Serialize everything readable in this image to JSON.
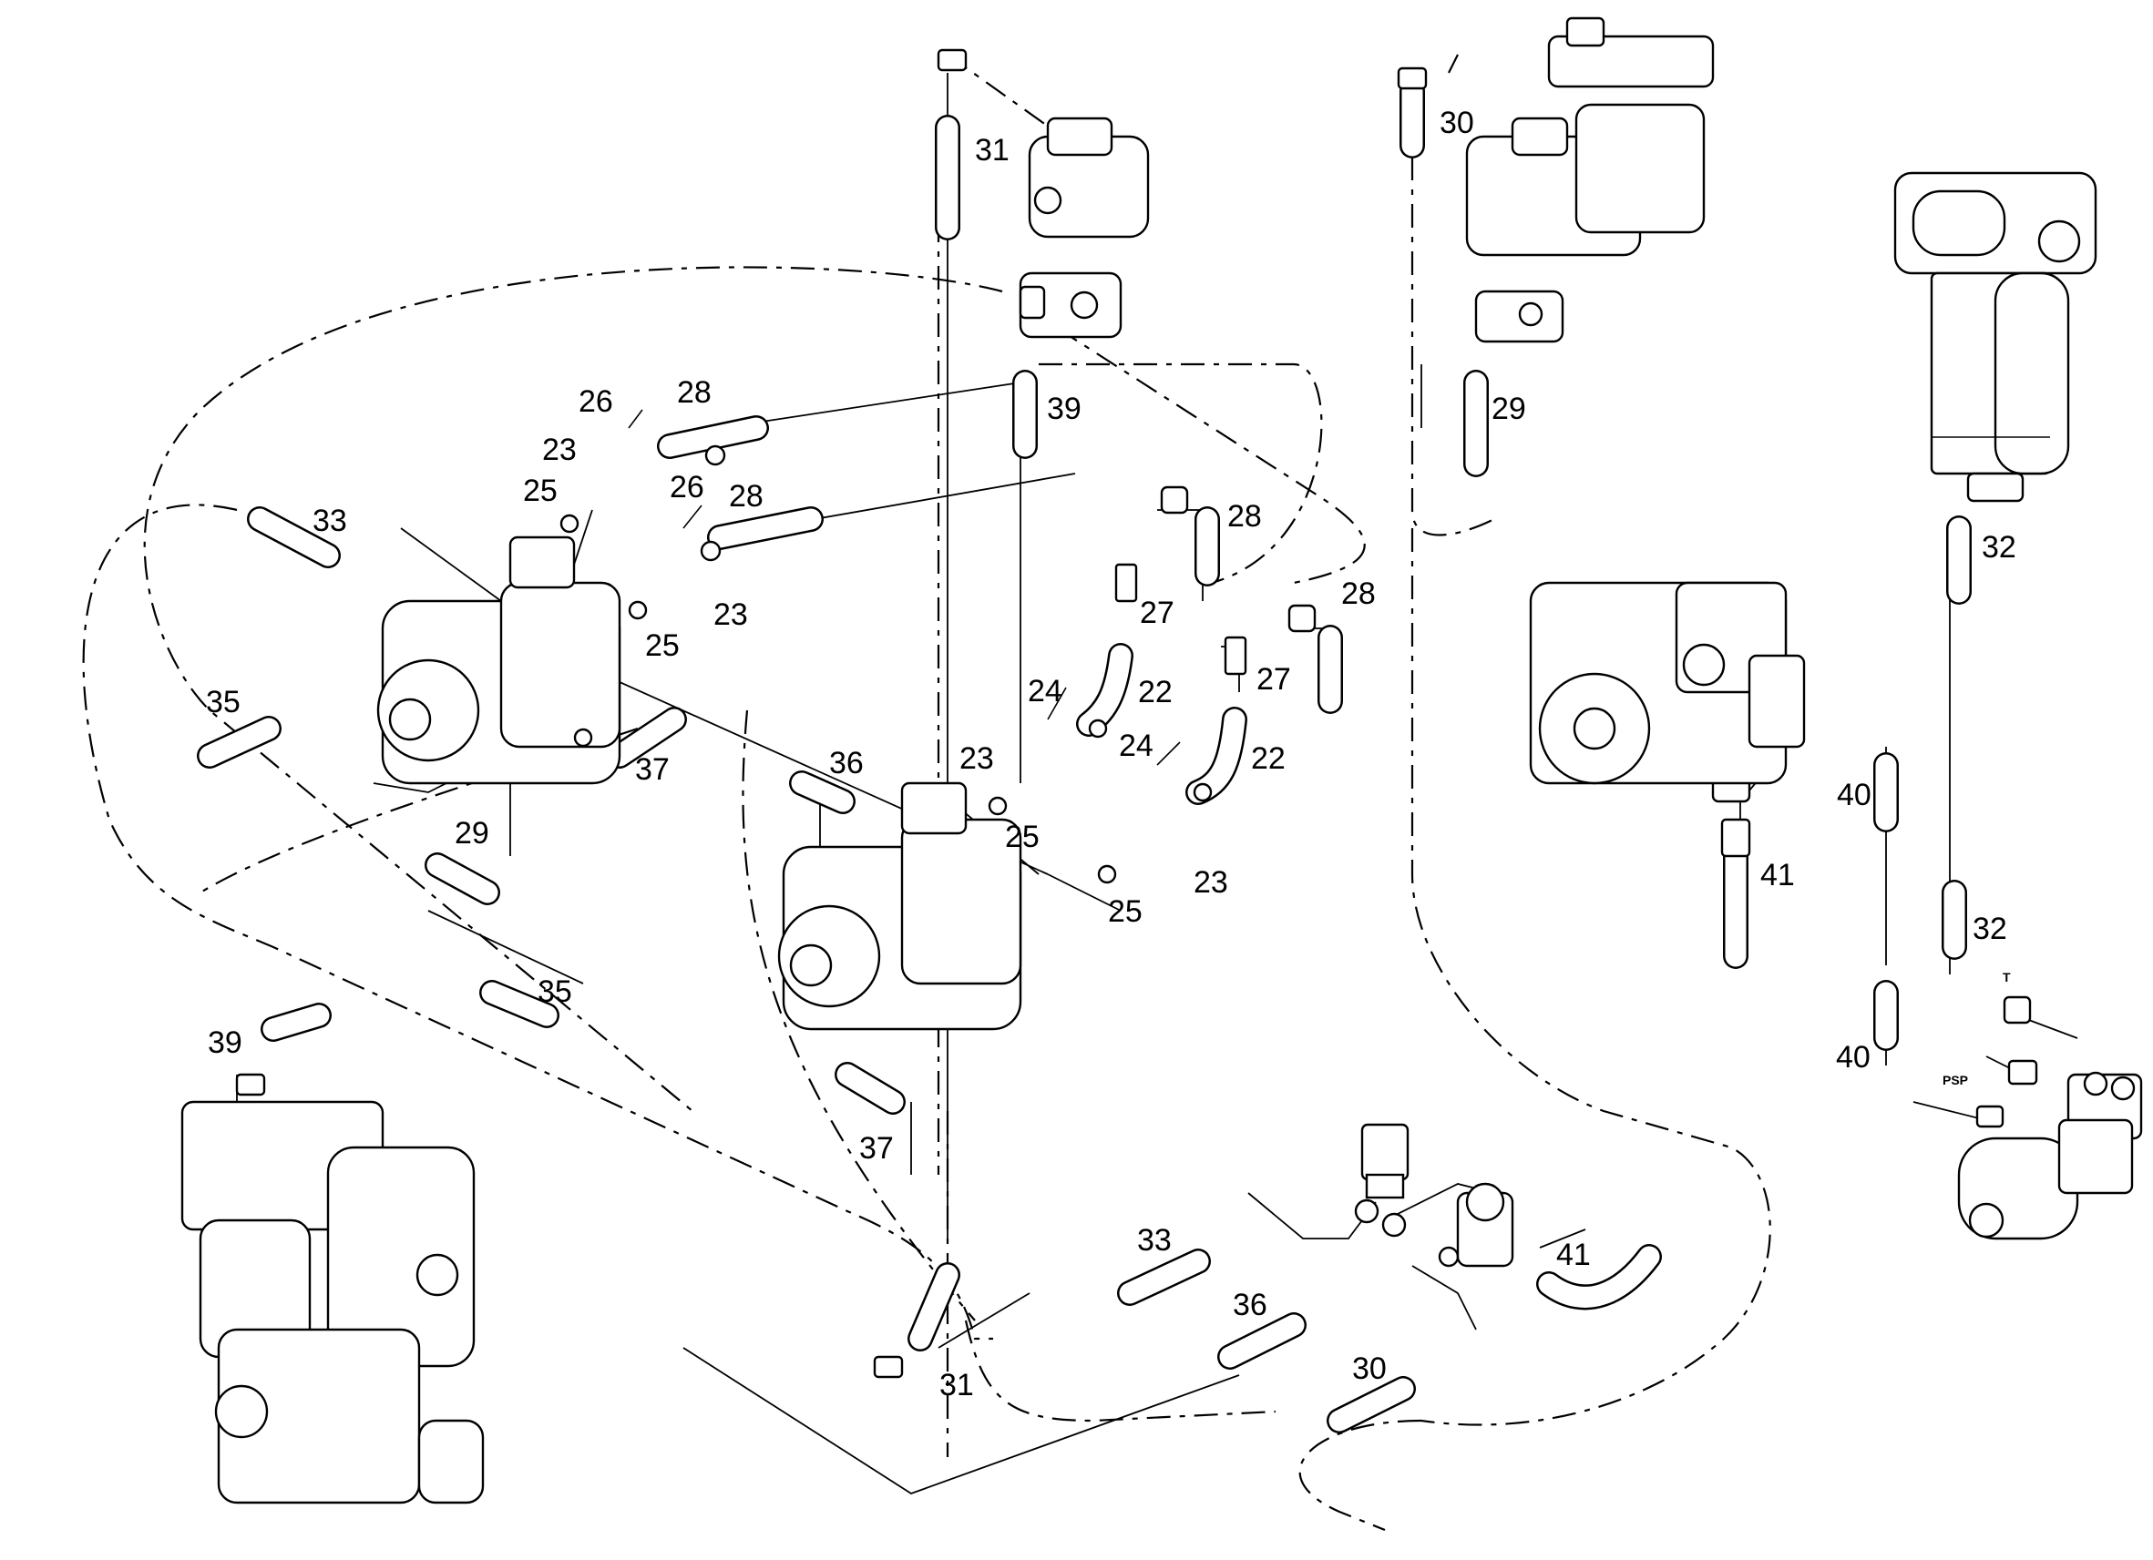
{
  "callouts": [
    {
      "id": "c31a",
      "text": "31"
    },
    {
      "id": "c30a",
      "text": "30"
    },
    {
      "id": "c26a",
      "text": "26"
    },
    {
      "id": "c28a",
      "text": "28"
    },
    {
      "id": "c23a",
      "text": "23"
    },
    {
      "id": "c25a",
      "text": "25"
    },
    {
      "id": "c26b",
      "text": "26"
    },
    {
      "id": "c28b",
      "text": "28"
    },
    {
      "id": "c33a",
      "text": "33"
    },
    {
      "id": "c39a",
      "text": "39"
    },
    {
      "id": "c29a",
      "text": "29"
    },
    {
      "id": "c28c",
      "text": "28"
    },
    {
      "id": "c28d",
      "text": "28"
    },
    {
      "id": "c32a",
      "text": "32"
    },
    {
      "id": "c27a",
      "text": "27"
    },
    {
      "id": "c23b",
      "text": "23"
    },
    {
      "id": "c25b",
      "text": "25"
    },
    {
      "id": "c27b",
      "text": "27"
    },
    {
      "id": "c35a",
      "text": "35"
    },
    {
      "id": "c24a",
      "text": "24"
    },
    {
      "id": "c22a",
      "text": "22"
    },
    {
      "id": "c37a",
      "text": "37"
    },
    {
      "id": "c36a",
      "text": "36"
    },
    {
      "id": "c23c",
      "text": "23"
    },
    {
      "id": "c24b",
      "text": "24"
    },
    {
      "id": "c22b",
      "text": "22"
    },
    {
      "id": "c25c",
      "text": "25"
    },
    {
      "id": "c29b",
      "text": "29"
    },
    {
      "id": "c40a",
      "text": "40"
    },
    {
      "id": "c41a",
      "text": "41"
    },
    {
      "id": "c23d",
      "text": "23"
    },
    {
      "id": "c25d",
      "text": "25"
    },
    {
      "id": "c35b",
      "text": "35"
    },
    {
      "id": "c32b",
      "text": "32"
    },
    {
      "id": "c39b",
      "text": "39"
    },
    {
      "id": "c40b",
      "text": "40"
    },
    {
      "id": "c37b",
      "text": "37"
    },
    {
      "id": "c33b",
      "text": "33"
    },
    {
      "id": "c41b",
      "text": "41"
    },
    {
      "id": "c36b",
      "text": "36"
    },
    {
      "id": "c30b",
      "text": "30"
    },
    {
      "id": "c31b",
      "text": "31"
    }
  ],
  "port_labels": {
    "t": "T",
    "psp": "PSP"
  }
}
